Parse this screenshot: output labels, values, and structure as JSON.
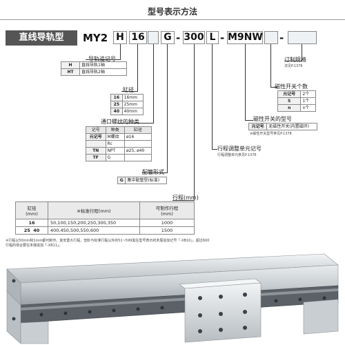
{
  "title": "型号表示方法",
  "product_label": "直线导轨型",
  "model": {
    "prefix": "MY2",
    "guide": "H",
    "bore": "16",
    "port": "G",
    "stroke": "300",
    "stroke_adjust": "L",
    "switch": "M9NW",
    "dash": "-"
  },
  "guide_section": {
    "label": "导轨追记号",
    "rows": [
      [
        "H",
        "直线导轨1轴"
      ],
      [
        "HT",
        "直线导轨2轴"
      ]
    ]
  },
  "bore_section": {
    "label": "缸径",
    "rows": [
      [
        "16",
        "16mm"
      ],
      [
        "25",
        "25mm"
      ],
      [
        "40",
        "40mm"
      ]
    ]
  },
  "port_section": {
    "label": "通口螺纹的种类",
    "headers": [
      "记号",
      "种类",
      "缸径"
    ],
    "rows": [
      [
        "元记号",
        "M螺纹",
        "ø16"
      ],
      [
        "",
        "Rc",
        ""
      ],
      [
        "TN",
        "NPT",
        "ø25, ø40"
      ],
      [
        "TF",
        "G",
        ""
      ]
    ]
  },
  "piping_section": {
    "label": "配管形式",
    "rows": [
      [
        "G",
        "集中配管型(标准)"
      ]
    ]
  },
  "stroke_label": "行程(mm)",
  "stroke_adjust_section": {
    "label": "行程调整单元记号",
    "note": "行程调整单元参见P.1376"
  },
  "order_spec": {
    "label": "订制规格",
    "note": "详见P.1376"
  },
  "switch_count": {
    "label": "磁性开关个数",
    "rows": [
      [
        "元记号",
        "2个"
      ],
      [
        "S",
        "1个"
      ],
      [
        "n",
        "n个"
      ]
    ]
  },
  "switch_type": {
    "label": "磁性开关的型号",
    "rows": [
      [
        "元记号",
        "无磁性开关(内置磁环)"
      ]
    ],
    "note": "※磁性开关型号参见P.1378"
  },
  "stroke_table": {
    "headers": [
      "缸径\n(mm)",
      "※标准行程(mm)",
      "可制作行程\n(mm)"
    ],
    "rows": [
      [
        "16",
        "50,100,150,200,250,300,350",
        "1000"
      ],
      [
        "25  40",
        "400,450,500,550,600",
        "1500"
      ]
    ]
  },
  "footnote": "※行程以50mm和1mm都可制作。其安置大行程，但缸与标准行程以外的51~599需在型号表示的末尾追加记号「-XB10」。超过600行程的场合要在末端追加「-XB11」。"
}
